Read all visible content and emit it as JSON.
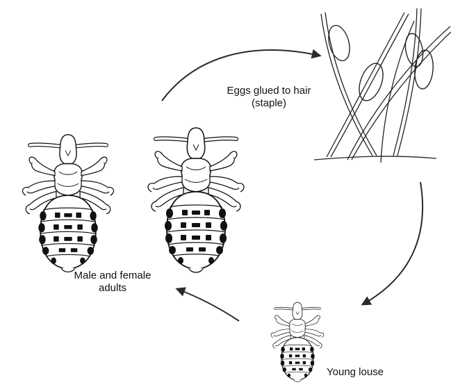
{
  "labels": {
    "eggs_line1": "Eggs glued to hair",
    "eggs_line2": "(staple)",
    "adults_line1": "Male and female",
    "adults_line2": "adults",
    "young": "Young louse"
  }
}
